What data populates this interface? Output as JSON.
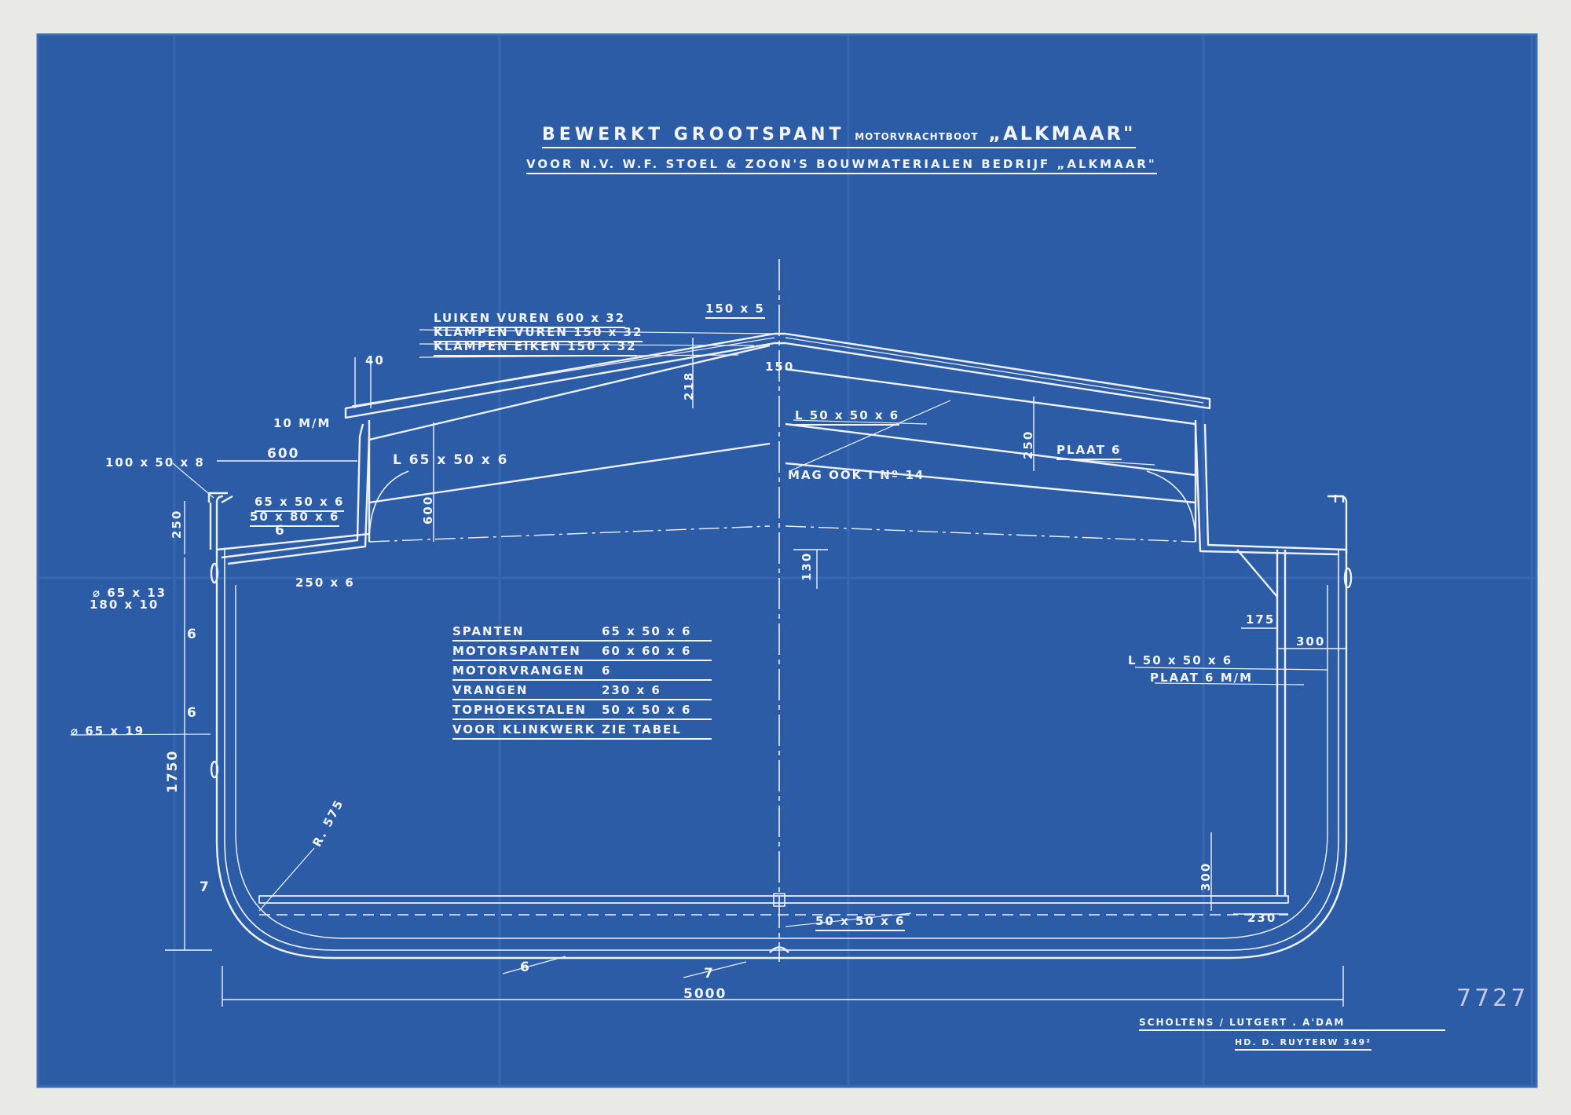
{
  "title": {
    "line1_a": "BEWERKT GROOTSPANT",
    "line1_b": "MOTORVRACHTBOOT",
    "line1_c": "„ALKMAAR\"",
    "line2": "VOOR N.V. W.F. STOEL & ZOON'S BOUWMATERIALEN BEDRIJF „ALKMAAR\""
  },
  "deck_labels": {
    "luiken": "LUIKEN VUREN 600 x 32",
    "klampen_vuren": "KLAMPEN VUREN 150 x 32",
    "klampen_eiken": "KLAMPEN EIKEN 150 x 32",
    "top_150x5": "150 x 5",
    "mid_150": "150",
    "d40": "40",
    "d218": "218",
    "tenmm": "10 M/M",
    "angle_l65": "L 65 x 50 x 6",
    "d600_h": "600",
    "d600_v": "600",
    "l50_top": "L 50 x 50 x 6",
    "d250_right": "250",
    "plaat6_top": "PLAAT 6",
    "mag_ook": "MAG OOK I Nº 14"
  },
  "side_labels": {
    "coaming": "100 x 50 x 8",
    "d250_left": "250",
    "a65": "65 x 50 x 6",
    "a50": "50 x 80 x 6",
    "six_small": "6",
    "d130": "130",
    "d250x6": "250 x 6",
    "fender1": "⌀ 65 x 13",
    "fender2": "180 x 10",
    "six_a": "6",
    "six_b": "6",
    "fender3": "⌀ 65 x 19",
    "d1750": "1750",
    "radius": "R. 575",
    "seven_left": "7",
    "d175": "175",
    "d300_top": "300",
    "l50_right": "L 50 x 50 x 6",
    "plaat_right": "PLAAT 6 M/M",
    "d300_v": "300",
    "d230": "230",
    "bottom_angle": "50 x 50 x 6",
    "six_bottom": "6",
    "seven_bottom": "7",
    "d5000": "5000"
  },
  "table": [
    {
      "k": "SPANTEN",
      "v": "65 x 50 x 6"
    },
    {
      "k": "MOTORSPANTEN",
      "v": "60 x 60 x 6"
    },
    {
      "k": "MOTORVRANGEN",
      "v": "6"
    },
    {
      "k": "VRANGEN",
      "v": "230 x 6"
    },
    {
      "k": "TOPHOEKSTALEN",
      "v": "50 x 50 x 6"
    },
    {
      "k": "VOOR KLINKWERK",
      "v": "ZIE TABEL"
    }
  ],
  "maker": {
    "line1": "SCHOLTENS / LUTGERT . A'DAM",
    "line2": "HD. D. RUYTERW 349²"
  },
  "pencil_number": "7727",
  "colors": {
    "paper": "#e9e9e6",
    "blueprint": "#2a5aa4",
    "line": "#eef1ff"
  }
}
